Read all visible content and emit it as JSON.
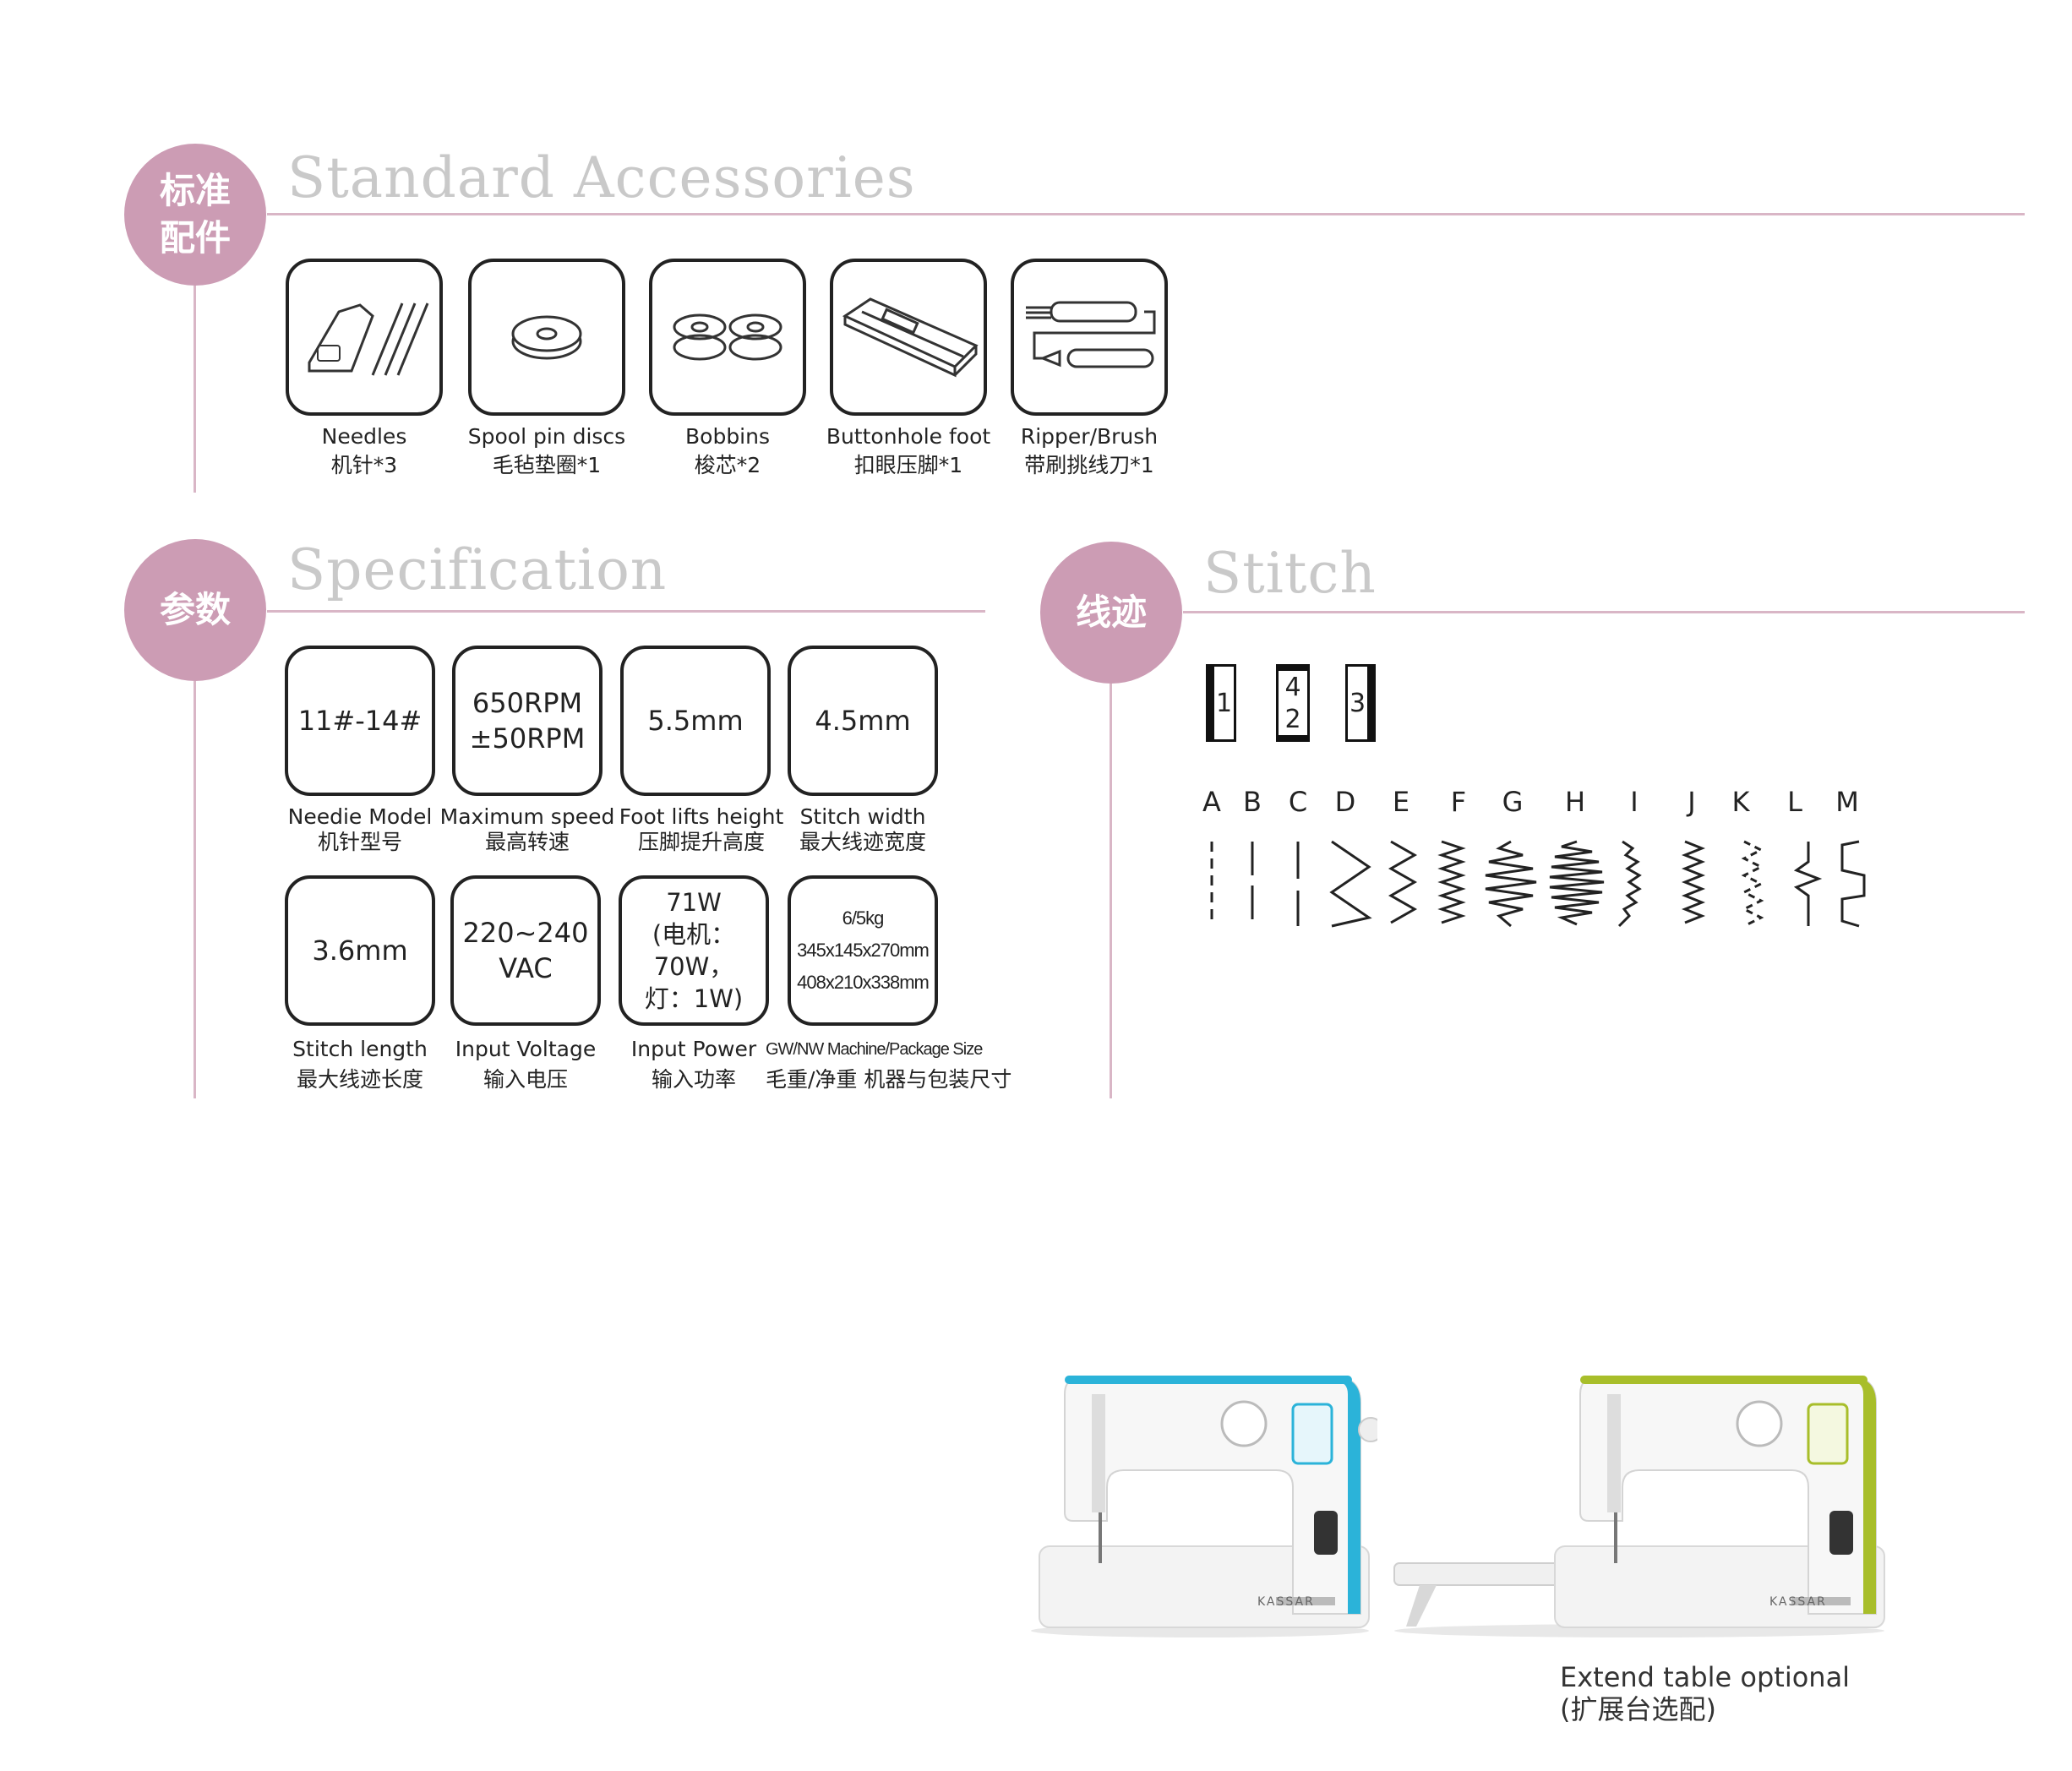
{
  "accessories": {
    "badge": "标准\n配件",
    "title": "Standard Accessories",
    "items": [
      {
        "icon": "needles-icon",
        "en": "Needles",
        "zh": "机针*3"
      },
      {
        "icon": "spool-disc-icon",
        "en": "Spool pin discs",
        "zh": "毛毡垫圈*1"
      },
      {
        "icon": "bobbins-icon",
        "en": "Bobbins",
        "zh": "梭芯*2"
      },
      {
        "icon": "buttonhole-foot-icon",
        "en": "Buttonhole foot",
        "zh": "扣眼压脚*1"
      },
      {
        "icon": "ripper-brush-icon",
        "en": "Ripper/Brush",
        "zh": "带刷挑线刀*1"
      }
    ]
  },
  "specification": {
    "badge": "参数",
    "title": "Specification",
    "row1": [
      {
        "value": "11#-14#",
        "en": "Needie Model",
        "zh": "机针型号"
      },
      {
        "value": "650RPM\n±50RPM",
        "en": "Maximum speed",
        "zh": "最高转速"
      },
      {
        "value": "5.5mm",
        "en": "Foot lifts height",
        "zh": "压脚提升高度"
      },
      {
        "value": "4.5mm",
        "en": "Stitch width",
        "zh": "最大线迹宽度"
      }
    ],
    "row2": [
      {
        "value": "3.6mm",
        "en": "Stitch length",
        "zh": "最大线迹长度"
      },
      {
        "value": "220~240\nVAC",
        "en": "Input Voltage",
        "zh": "输入电压"
      },
      {
        "value": "71W\n(电机：70W，\n灯：1W)",
        "en": "Input Power",
        "zh": "输入功率"
      },
      {
        "value": "6/5kg\n345x145x270mm\n408x210x338mm",
        "en": "GW/NW Machine/Package Size",
        "zh": "毛重/净重 机器与包装尺寸"
      }
    ]
  },
  "stitch": {
    "badge": "线迹",
    "title": "Stitch",
    "needle_positions": [
      [
        "1"
      ],
      [
        "4",
        "2"
      ],
      [
        "3"
      ]
    ],
    "letters": [
      "A",
      "B",
      "C",
      "D",
      "E",
      "F",
      "G",
      "H",
      "I",
      "J",
      "K",
      "L",
      "M"
    ]
  },
  "machines": {
    "left_color": "#2bb3d9",
    "right_color": "#a8be2a",
    "brand": "KASSAR",
    "caption_en": "Extend table optional",
    "caption_zh": "(扩展台选配)"
  },
  "colors": {
    "badge": "#cc9cb4",
    "rule": "#d9b6c6",
    "title": "#c9c9c9"
  }
}
